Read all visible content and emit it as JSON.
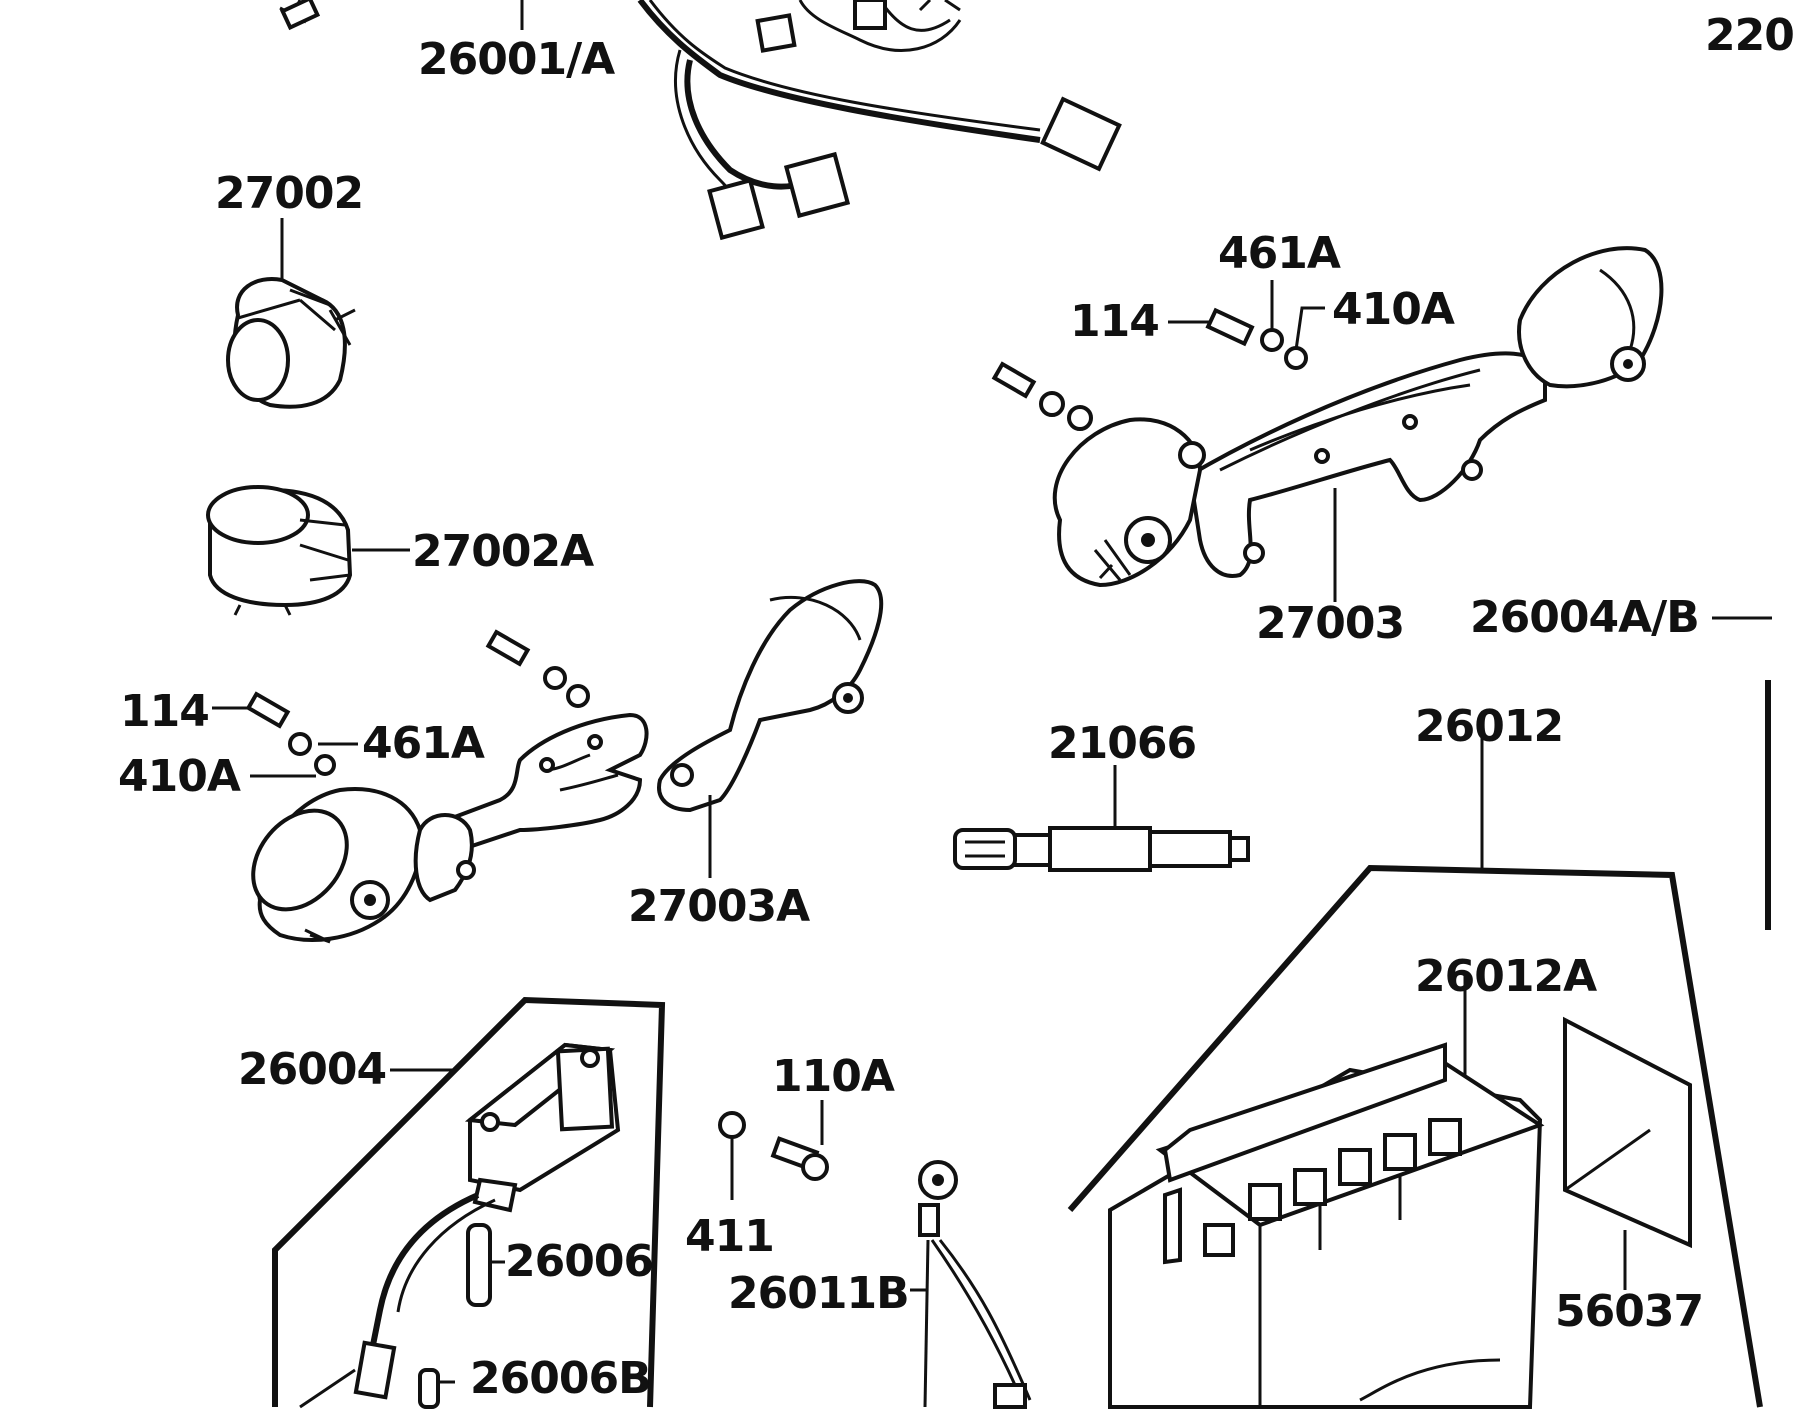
{
  "diagram": {
    "labels": {
      "l26001A": "26001/A",
      "l220": "220",
      "l27002": "27002",
      "l27002A": "27002A",
      "l461A_r": "461A",
      "l114_r": "114",
      "l410A_r": "410A",
      "l27003": "27003",
      "l26004AB": "26004A/B",
      "l114_l": "114",
      "l461A_l": "461A",
      "l410A_l": "410A",
      "l27003A": "27003A",
      "l21066": "21066",
      "l26012": "26012",
      "l26012A": "26012A",
      "l26004": "26004",
      "l110A": "110A",
      "l411": "411",
      "l26006": "26006",
      "l26011B": "26011B",
      "l26006B": "26006B",
      "l56037": "56037"
    }
  }
}
